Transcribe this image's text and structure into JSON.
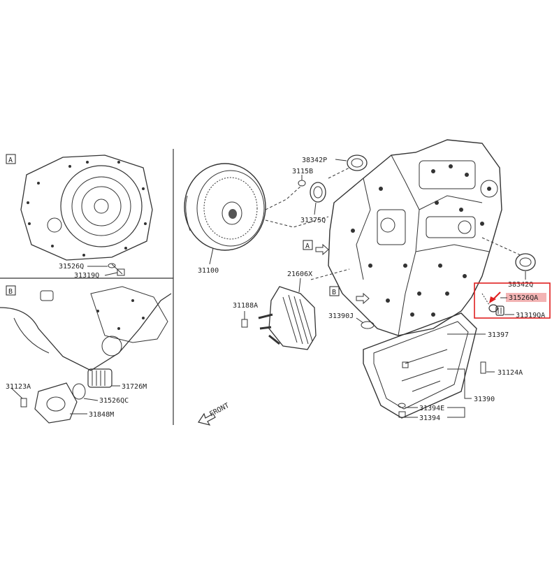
{
  "panels": {
    "A": {
      "tag": "A",
      "labels": [
        "31526Q",
        "31319Q"
      ]
    },
    "B": {
      "tag": "B",
      "labels": [
        "31123A",
        "31726M",
        "31526QC",
        "31848M"
      ]
    }
  },
  "main": {
    "labels": {
      "l38342P": "38342P",
      "l3115B": "3115B",
      "l31375Q": "31375Q",
      "l31100": "31100",
      "l21606X": "21606X",
      "l31188A": "31188A",
      "l31390J": "31390J",
      "l31397": "31397",
      "l31124A": "31124A",
      "l31390": "31390",
      "l31394E": "31394E",
      "l31394": "31394",
      "l38342Q": "38342Q",
      "l31526QA": "31526QA",
      "l31319QA": "31319QA",
      "tagA": "A",
      "tagB": "B",
      "front": "FRONT"
    },
    "highlight": {
      "color": "#e02020",
      "fill": "#f3b4b4"
    }
  }
}
